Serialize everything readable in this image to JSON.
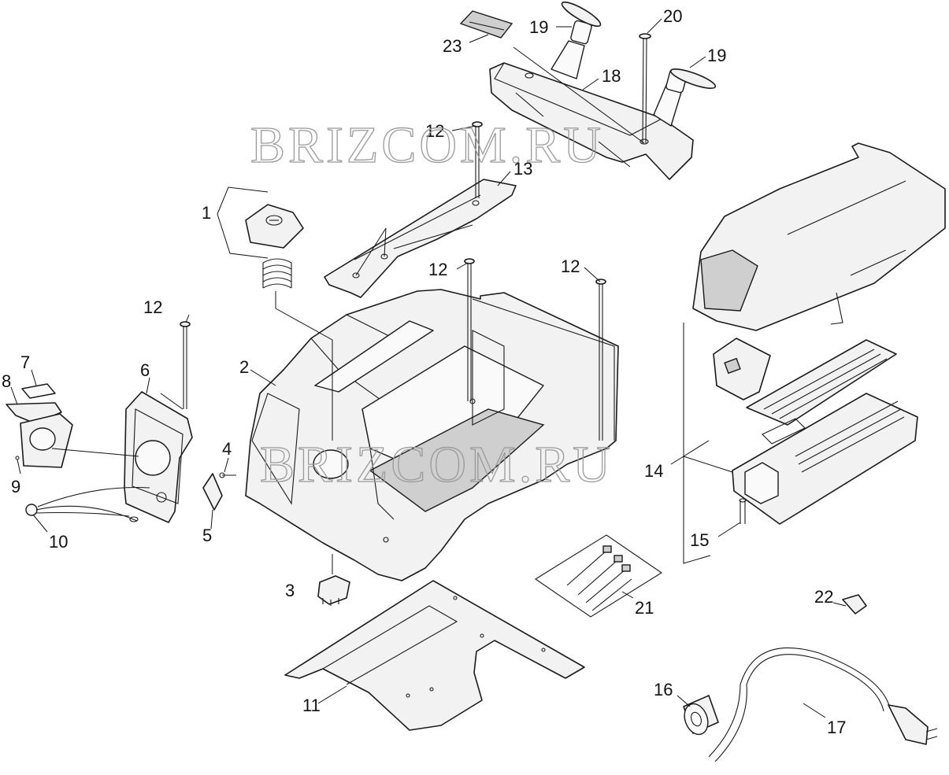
{
  "watermark": "BRIZCOM.RU",
  "callouts": [
    {
      "id": "c1",
      "label": "1"
    },
    {
      "id": "c2",
      "label": "2"
    },
    {
      "id": "c3",
      "label": "3"
    },
    {
      "id": "c4",
      "label": "4"
    },
    {
      "id": "c5",
      "label": "5"
    },
    {
      "id": "c6",
      "label": "6"
    },
    {
      "id": "c7",
      "label": "7"
    },
    {
      "id": "c8",
      "label": "8"
    },
    {
      "id": "c9",
      "label": "9"
    },
    {
      "id": "c10",
      "label": "10"
    },
    {
      "id": "c11",
      "label": "11"
    },
    {
      "id": "c12a",
      "label": "12"
    },
    {
      "id": "c12b",
      "label": "12"
    },
    {
      "id": "c12c",
      "label": "12"
    },
    {
      "id": "c12d",
      "label": "12"
    },
    {
      "id": "c13",
      "label": "13"
    },
    {
      "id": "c14",
      "label": "14"
    },
    {
      "id": "c15",
      "label": "15"
    },
    {
      "id": "c16",
      "label": "16"
    },
    {
      "id": "c17",
      "label": "17"
    },
    {
      "id": "c18",
      "label": "18"
    },
    {
      "id": "c19a",
      "label": "19"
    },
    {
      "id": "c19b",
      "label": "19"
    },
    {
      "id": "c20",
      "label": "20"
    },
    {
      "id": "c21",
      "label": "21"
    },
    {
      "id": "c22",
      "label": "22"
    },
    {
      "id": "c23",
      "label": "23"
    }
  ]
}
